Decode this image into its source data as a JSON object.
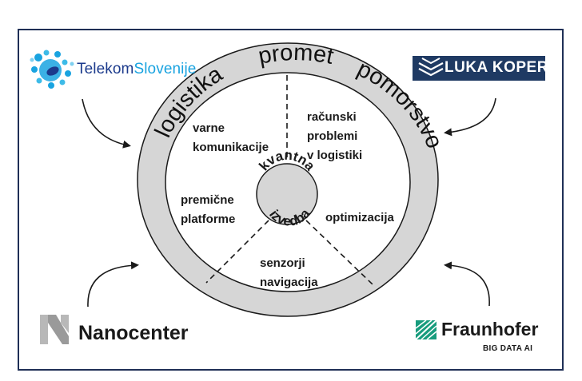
{
  "ring_labels": {
    "left": "logistika",
    "top": "promet",
    "right": "pomorstvo"
  },
  "center": {
    "line1": "kvantna",
    "line2": "izvedba"
  },
  "segments": {
    "top_left": [
      "varne",
      "komunikacije"
    ],
    "top_right": [
      "računski",
      "problemi",
      "v logistiki"
    ],
    "left": [
      "premične",
      "platforme"
    ],
    "right": [
      "optimizacija"
    ],
    "bottom": [
      "senzorji",
      "navigacija"
    ]
  },
  "logos": {
    "telekom": {
      "part1": "Telekom",
      "part2": "Slovenije",
      "color": "#1b3a8c",
      "accent": "#19a3e0"
    },
    "luka_koper": {
      "text": "LUKA KOPER",
      "bg": "#1f3a63"
    },
    "nanocenter": {
      "text": "Nanocenter"
    },
    "fraunhofer": {
      "text": "Fraunhofer",
      "sub": "BIG DATA AI",
      "color": "#179c7d"
    }
  },
  "colors": {
    "ring": "#d6d6d6",
    "outline": "#1a1a1a",
    "frame": "#1f2f56"
  }
}
